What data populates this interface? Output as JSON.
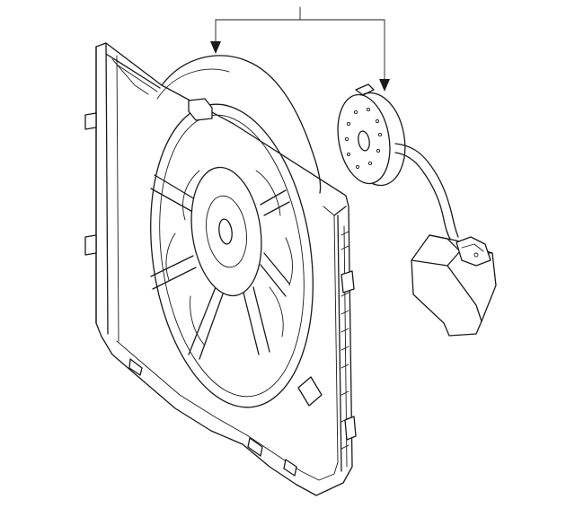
{
  "diagram": {
    "parts": [
      {
        "id": "shroud",
        "name": "fan-shroud-assembly"
      },
      {
        "id": "motor",
        "name": "fan-motor"
      },
      {
        "id": "module",
        "name": "fan-control-module"
      }
    ],
    "callout": {
      "points_to": [
        "shroud",
        "motor"
      ]
    },
    "colors": {
      "line": "#1a1a1a",
      "background": "#ffffff"
    }
  }
}
